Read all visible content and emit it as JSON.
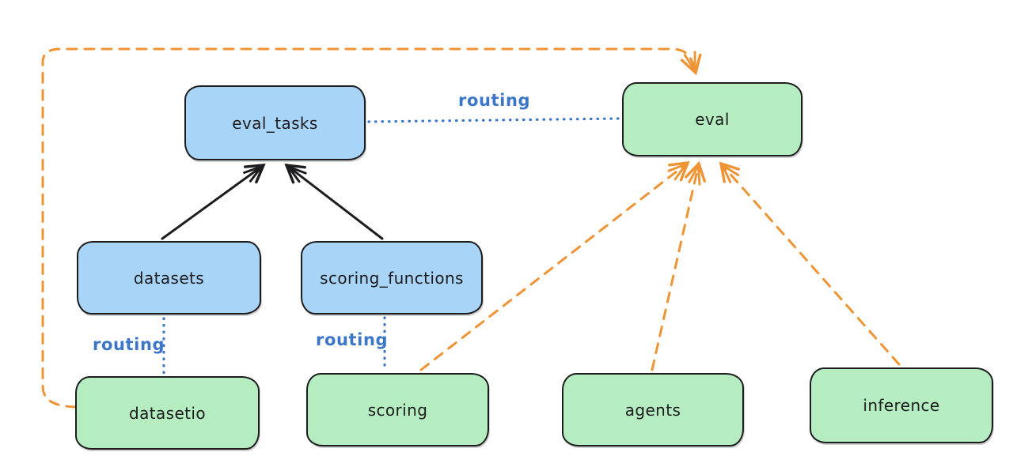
{
  "diagram": {
    "type": "architecture-diagram",
    "background": "#ffffff",
    "colors": {
      "node_blue_fill": "#a8d4f7",
      "node_green_fill": "#b5edc0",
      "node_border": "#1d1d1f",
      "arrow_black": "#1d1d1f",
      "routing_blue": "#3b76c8",
      "arrow_orange": "#ee9434"
    },
    "nodes": {
      "eval_tasks": {
        "label": "eval_tasks",
        "color": "blue"
      },
      "eval": {
        "label": "eval",
        "color": "green"
      },
      "datasets": {
        "label": "datasets",
        "color": "blue"
      },
      "scoring_functions": {
        "label": "scoring_functions",
        "color": "blue"
      },
      "datasetio": {
        "label": "datasetio",
        "color": "green"
      },
      "scoring": {
        "label": "scoring",
        "color": "green"
      },
      "agents": {
        "label": "agents",
        "color": "green"
      },
      "inference": {
        "label": "inference",
        "color": "green"
      }
    },
    "edges": [
      {
        "from": "datasets",
        "to": "eval_tasks",
        "style": "solid-black-arrow"
      },
      {
        "from": "scoring_functions",
        "to": "eval_tasks",
        "style": "solid-black-arrow"
      },
      {
        "from": "eval_tasks",
        "to": "eval",
        "style": "blue-dotted",
        "label": "routing"
      },
      {
        "from": "datasets",
        "to": "datasetio",
        "style": "blue-dotted",
        "label": "routing"
      },
      {
        "from": "scoring_functions",
        "to": "scoring",
        "style": "blue-dotted",
        "label": "routing"
      },
      {
        "from": "datasetio",
        "to": "eval",
        "style": "orange-dashed-arrow",
        "route": "left-and-over-top"
      },
      {
        "from": "scoring",
        "to": "eval",
        "style": "orange-dashed-arrow"
      },
      {
        "from": "agents",
        "to": "eval",
        "style": "orange-dashed-arrow"
      },
      {
        "from": "inference",
        "to": "eval",
        "style": "orange-dashed-arrow"
      }
    ],
    "edge_labels": {
      "routing_top": "routing",
      "routing_datasets": "routing",
      "routing_scoring": "routing"
    }
  }
}
